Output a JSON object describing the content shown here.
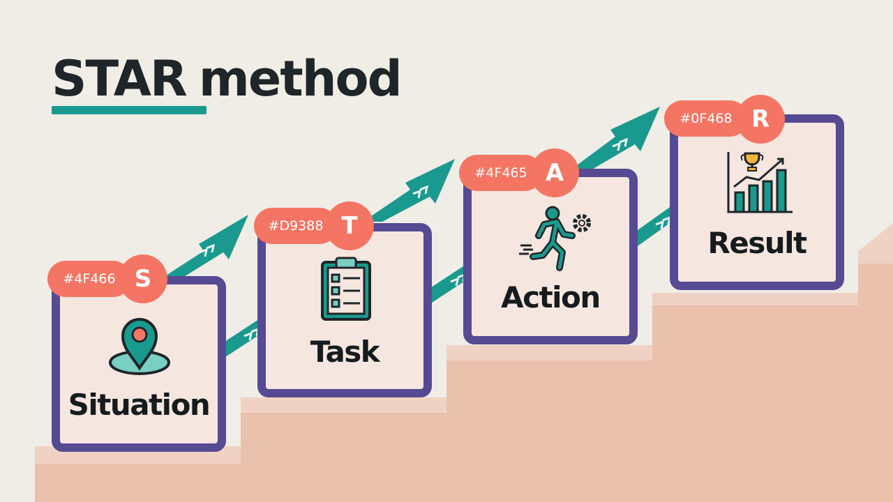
{
  "title": {
    "word1": "STAR",
    "word2": "method"
  },
  "colors": {
    "background": "#efede6",
    "stairs_light": "#f0d2c4",
    "stairs_dark": "#e9c1ad",
    "card_border": "#564a92",
    "card_fill": "#f6e6e0",
    "badge": "#f47563",
    "arrow": "#1a9a8e",
    "text": "#1f2528"
  },
  "steps": [
    {
      "letter": "S",
      "code": "#4F466",
      "label": "Situation",
      "icon": "map-pin-icon"
    },
    {
      "letter": "T",
      "code": "#D9388",
      "label": "Task",
      "icon": "clipboard-checklist-icon"
    },
    {
      "letter": "A",
      "code": "#4F465",
      "label": "Action",
      "icon": "running-person-gear-icon"
    },
    {
      "letter": "R",
      "code": "#0F468",
      "label": "Result",
      "icon": "trophy-chart-icon"
    }
  ]
}
